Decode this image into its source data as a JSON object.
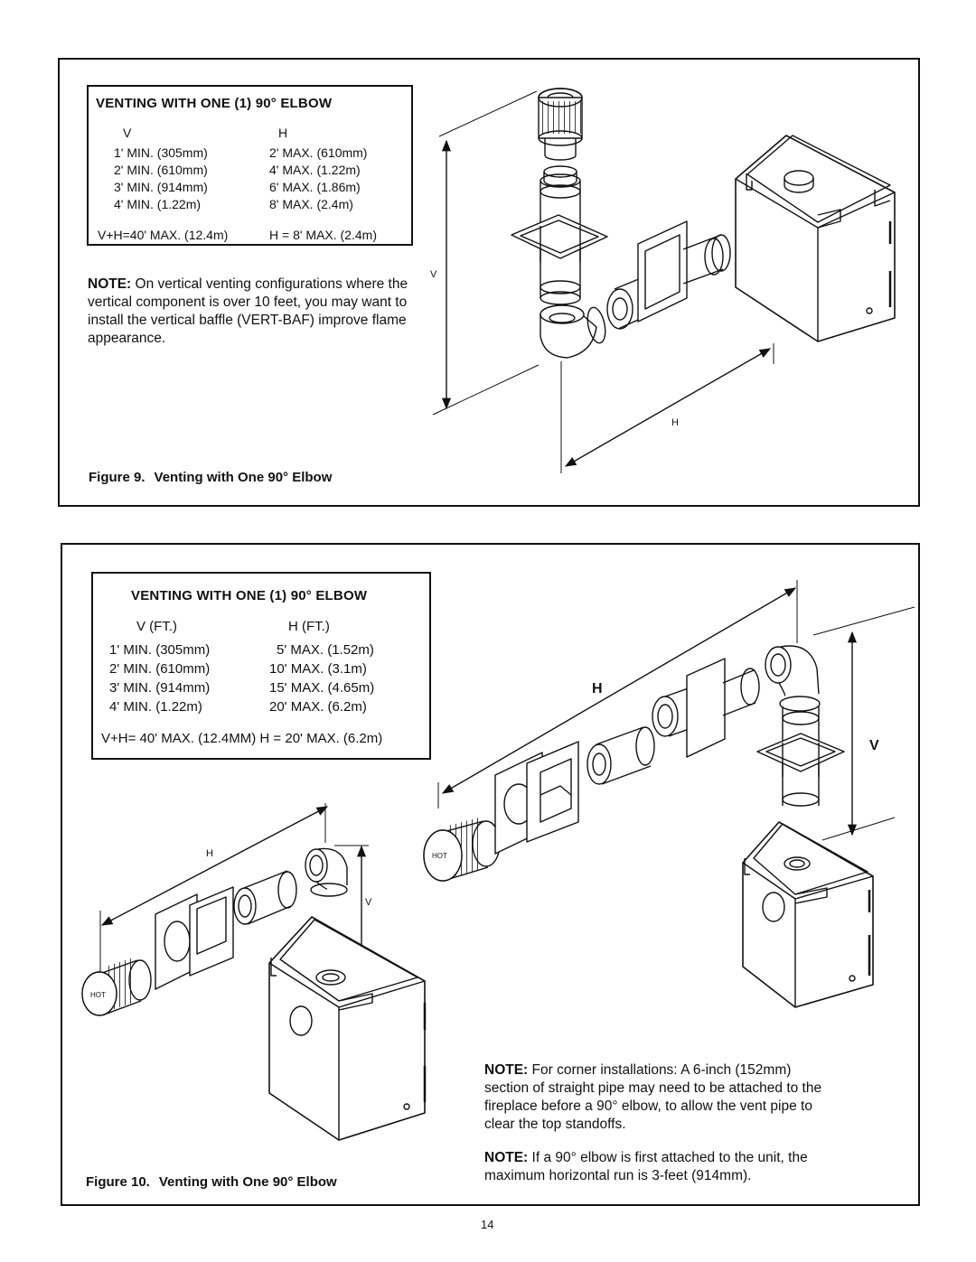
{
  "figure9": {
    "table": {
      "title": "VENTING WITH ONE (1) 90° ELBOW",
      "col_v": "V",
      "col_h": "H",
      "rows": [
        {
          "v": "1' MIN.  (305mm)",
          "h": "2'   MAX.  (610mm)"
        },
        {
          "v": "2' MIN.  (610mm)",
          "h": "4'   MAX.  (1.22m)"
        },
        {
          "v": "3' MIN.  (914mm)",
          "h": "6'   MAX.  (1.86m)"
        },
        {
          "v": "4' MIN.  (1.22m)",
          "h": "8'   MAX.  (2.4m)"
        }
      ],
      "footer_v": "V+H=40' MAX. (12.4m)",
      "footer_h": "H = 8' MAX.  (2.4m)"
    },
    "note_label": "NOTE:",
    "note_text": " On vertical venting configurations where the vertical component is over 10 feet, you may want to install the vertical baffle (VERT-BAF) improve flame appearance.",
    "caption_num": "Figure 9.",
    "caption_text": "Venting with One 90° Elbow",
    "dim_v": "V",
    "dim_h": "H"
  },
  "figure10": {
    "table": {
      "title": "VENTING WITH ONE (1) 90° ELBOW",
      "col_v": "V (FT.)",
      "col_h": "H (FT.)",
      "rows": [
        {
          "v": "1' MIN.  (305mm)",
          "h": "5' MAX.  (1.52m)"
        },
        {
          "v": "2' MIN.  (610mm)",
          "h": "10' MAX.  (3.1m)"
        },
        {
          "v": "3' MIN.  (914mm)",
          "h": "15' MAX.  (4.65m)"
        },
        {
          "v": "4' MIN.  (1.22m)",
          "h": "20' MAX.  (6.2m)"
        }
      ],
      "footer": "V+H= 40' MAX. (12.4MM)  H = 20' MAX. (6.2m)"
    },
    "dim_h_small": "H",
    "dim_v_small": "V",
    "dim_h_big": "H",
    "dim_v_big": "V",
    "hot_label_1": "HOT",
    "hot_label_2": "HOT",
    "note1_label": "NOTE:",
    "note1_text": " For corner installations: A 6-inch (152mm) section of straight pipe may need to be attached to the fireplace before a 90° elbow,  to allow the vent pipe to clear the top standoffs.",
    "note2_label": "NOTE:",
    "note2_text": "  If a 90° elbow is first attached to the unit, the maximum horizontal run is 3-feet (914mm).",
    "caption_num": "Figure 10.",
    "caption_text": "Venting with One 90° Elbow"
  },
  "page_number": "14"
}
